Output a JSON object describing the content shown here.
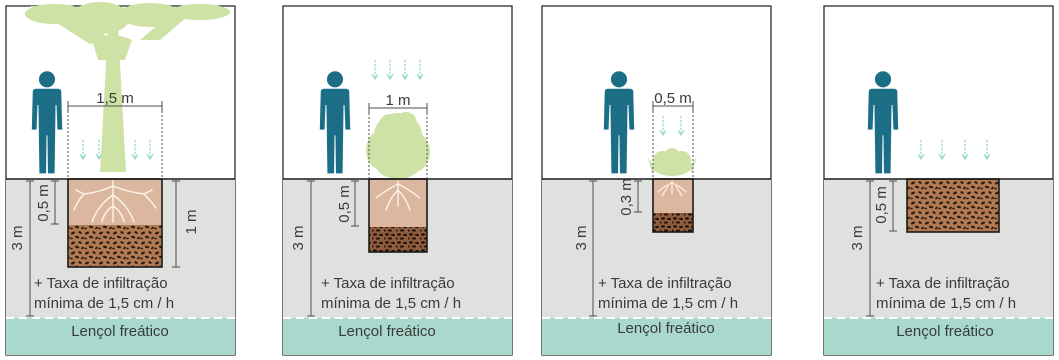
{
  "panels": [
    {
      "name": "tree",
      "width_label": "1,5 m",
      "top_depth_label": "0,5 m",
      "total_depth_label": "1 m",
      "water_depth_label": "3 m",
      "note_line1": "+ Taxa de infiltração",
      "note_line2": "mínima de 1,5 cm / h",
      "water_label": "Lençol freático"
    },
    {
      "name": "shrub",
      "width_label": "1 m",
      "top_depth_label": "0,5 m",
      "water_depth_label": "3 m",
      "note_line1": "+ Taxa de infiltração",
      "note_line2": "mínima de 1,5 cm / h",
      "water_label": "Lençol freático"
    },
    {
      "name": "grass",
      "width_label": "0,5 m",
      "top_depth_label": "0,3 m",
      "water_depth_label": "3 m",
      "note_line1": "+ Taxa de infiltração",
      "note_line2": "mínima de 1,5 cm / h",
      "water_label": "Lençol freático"
    },
    {
      "name": "gravel",
      "top_depth_label": "0,5 m",
      "water_depth_label": "3 m",
      "note_line1": "+ Taxa de infiltração",
      "note_line2": "mínima de 1,5 cm / h",
      "water_label": "Lençol freático"
    }
  ],
  "colors": {
    "soil": "#dfe1df",
    "water": "#a9d9cd",
    "person": "#1c6e86",
    "plant": "#cfe2a6",
    "topsoil": "#dcb79f",
    "gravel": "#b27a52",
    "rain": "#8cd3cc"
  }
}
